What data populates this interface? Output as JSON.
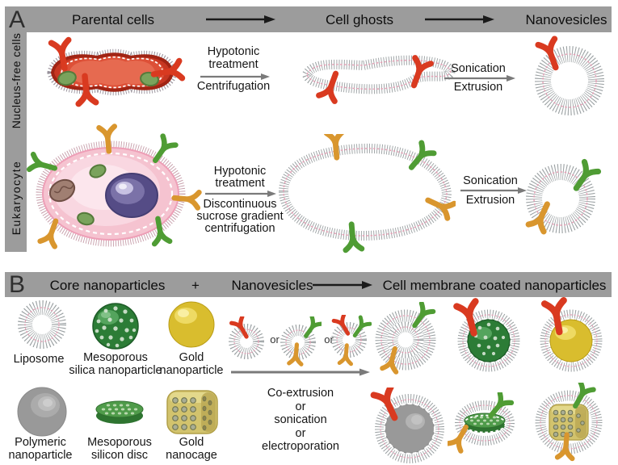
{
  "figure": {
    "panelA": {
      "label": "A",
      "col_headers": {
        "parental": "Parental cells",
        "ghosts": "Cell ghosts",
        "nanovesicles": "Nanovesicles"
      },
      "row_headers": {
        "row1": "Nucleus-free cells",
        "row2": "Eukaryocyte"
      },
      "row1_step1": {
        "l1": "Hypotonic",
        "l2": "treatment",
        "l3": "Centrifugation"
      },
      "row1_step2": {
        "l1": "Sonication",
        "l2": "Extrusion"
      },
      "row2_step1": {
        "l1": "Hypotonic",
        "l2": "treatment",
        "l3": "Discontinuous",
        "l4": "sucrose gradient",
        "l5": "centrifugation"
      },
      "row2_step2": {
        "l1": "Sonication",
        "l2": "Extrusion"
      }
    },
    "panelB": {
      "label": "B",
      "col_headers": {
        "core": "Core nanoparticles",
        "plus": "+",
        "nanovesicles": "Nanovesicles",
        "coated": "Cell membrane coated nanoparticles"
      },
      "or1": "or",
      "or2": "or",
      "process": {
        "l1": "Co-extrusion",
        "l2": "or",
        "l3": "sonication",
        "l4": "or",
        "l5": "electroporation"
      },
      "labels": {
        "liposome": "Liposome",
        "silica_l1": "Mesoporous",
        "silica_l2": "silica nanoparticle",
        "gold_l1": "Gold",
        "gold_l2": "nanoparticle",
        "polymeric_l1": "Polymeric",
        "polymeric_l2": "nanoparticle",
        "silicon_l1": "Mesoporous",
        "silicon_l2": "silicon disc",
        "cage_l1": "Gold",
        "cage_l2": "nanocage"
      }
    },
    "colors": {
      "bar_bg": "#9c9c9c",
      "text": "#111111",
      "arrow_black": "#1a1a1a",
      "arrow_gray": "#7a7a7a",
      "hair_gray": "#9aa0a2",
      "hair_pink": "#c79fab",
      "membrane_pink": "#e8a0b6",
      "cell_red": "#ce3e2a",
      "cell_red_dark": "#a02414",
      "euk_pink": "#f5c3d0",
      "nucleus_purple": "#554c86",
      "mitochondria_brown": "#a07f72",
      "organelle_green": "#7aa35c",
      "receptor_red": "#d93a20",
      "receptor_green": "#4f9c34",
      "receptor_orange": "#d9962e",
      "silica_green": "#2c7c36",
      "gold_yellow": "#d9bd2e",
      "polymer_gray": "#999999",
      "disc_green": "#4f9b4a",
      "cage_khaki": "#d2c36d"
    }
  }
}
